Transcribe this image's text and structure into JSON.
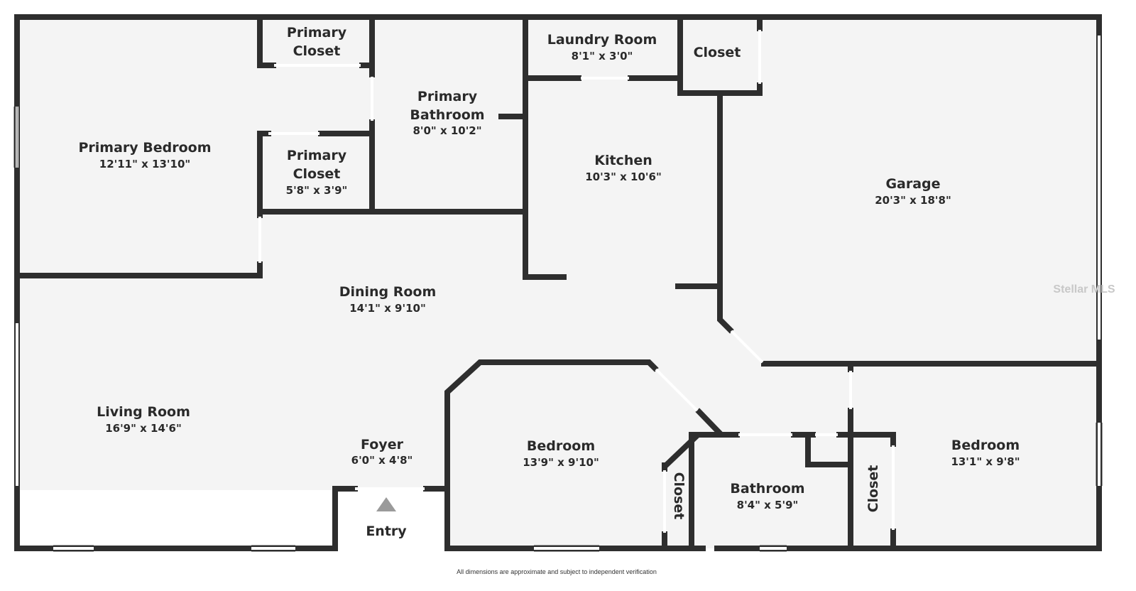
{
  "plan": {
    "colors": {
      "wall": "#2e2e2e",
      "floor": "#f4f4f4",
      "opening": "#ffffff",
      "arrow": "#9a9a9a"
    },
    "rooms": {
      "primary_closet_top": {
        "name_line1": "Primary",
        "name_line2": "Closet"
      },
      "primary_bedroom": {
        "name": "Primary Bedroom",
        "dims": "12'11\" x 13'10\""
      },
      "primary_closet_lower": {
        "name_line1": "Primary",
        "name_line2": "Closet",
        "dims": "5'8\" x 3'9\""
      },
      "primary_bathroom": {
        "name_line1": "Primary",
        "name_line2": "Bathroom",
        "dims": "8'0\" x 10'2\""
      },
      "laundry_room": {
        "name": "Laundry Room",
        "dims": "8'1\" x 3'0\""
      },
      "closet_top": {
        "name": "Closet"
      },
      "kitchen": {
        "name": "Kitchen",
        "dims": "10'3\" x 10'6\""
      },
      "garage": {
        "name": "Garage",
        "dims": "20'3\" x 18'8\""
      },
      "dining_room": {
        "name": "Dining Room",
        "dims": "14'1\" x 9'10\""
      },
      "living_room": {
        "name": "Living Room",
        "dims": "16'9\" x 14'6\""
      },
      "foyer": {
        "name": "Foyer",
        "dims": "6'0\" x 4'8\""
      },
      "entry": {
        "name": "Entry"
      },
      "bedroom_center": {
        "name": "Bedroom",
        "dims": "13'9\" x 9'10\""
      },
      "closet_bedroom_center": {
        "name": "Closet"
      },
      "bathroom": {
        "name": "Bathroom",
        "dims": "8'4\" x 5'9\""
      },
      "closet_bedroom_right": {
        "name": "Closet"
      },
      "bedroom_right": {
        "name": "Bedroom",
        "dims": "13'1\" x 9'8\""
      }
    },
    "footnote": "All dimensions are approximate and subject to independent verification",
    "watermark": "Stellar MLS"
  }
}
